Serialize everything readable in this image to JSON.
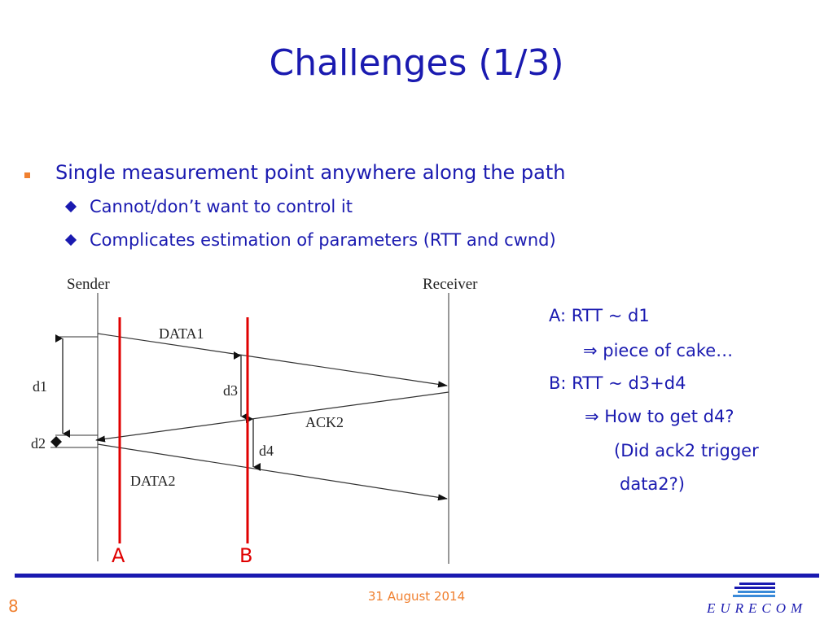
{
  "slide": {
    "title": "Challenges (1/3)",
    "bullet": "Single measurement point anywhere along the path",
    "sub_bullets": [
      "Cannot/don’t want to control it",
      "Complicates estimation of parameters (RTT and cwnd)"
    ]
  },
  "diagram": {
    "sender_label": "Sender",
    "receiver_label": "Receiver",
    "data1_label": "DATA1",
    "ack2_label": "ACK2",
    "data2_label": "DATA2",
    "d1_label": "d1",
    "d2_label": "d2",
    "d3_label": "d3",
    "d4_label": "d4",
    "marker_a": "A",
    "marker_b": "B"
  },
  "notes": {
    "line1": "A: RTT ~ d1",
    "line2": "⇒ piece of cake…",
    "line3": "B: RTT ~ d3+d4",
    "line4": "⇒ How to get d4?",
    "line5": "(Did ack2 trigger",
    "line6": "data2?)"
  },
  "footer": {
    "page_number": "8",
    "date": "31 August 2014",
    "logo_text": "EURECOM"
  },
  "colors": {
    "title": "#1a1ab0",
    "accent": "#f08030",
    "marker": "#e00000"
  }
}
